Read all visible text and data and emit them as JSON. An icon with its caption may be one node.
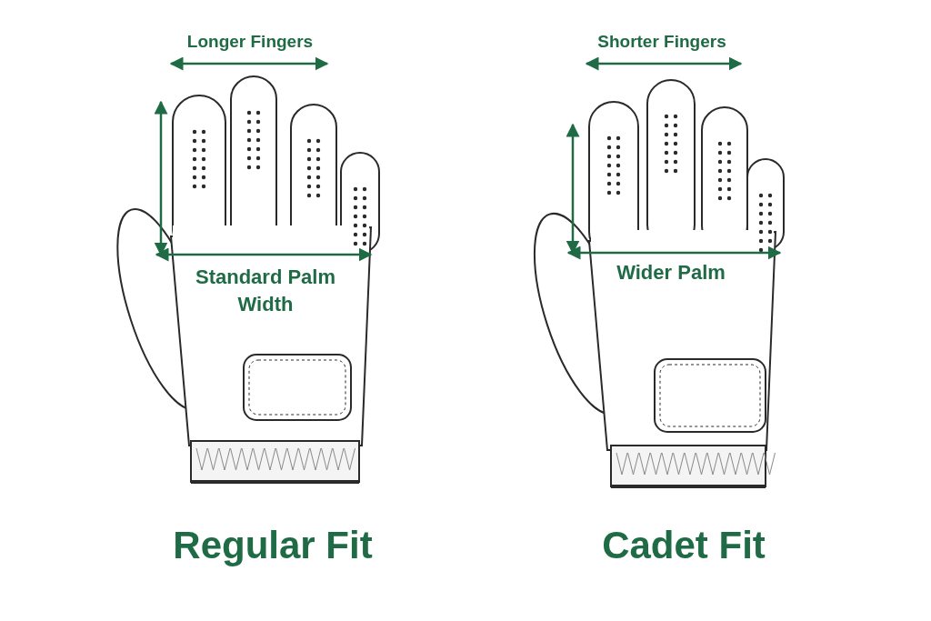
{
  "diagram": {
    "labels": [
      "Longer Fingers",
      "Standard Palm Width",
      "Regular Fit",
      "Shorter Fingers",
      "Wider Palm",
      "Cadet Fit"
    ]
  }
}
